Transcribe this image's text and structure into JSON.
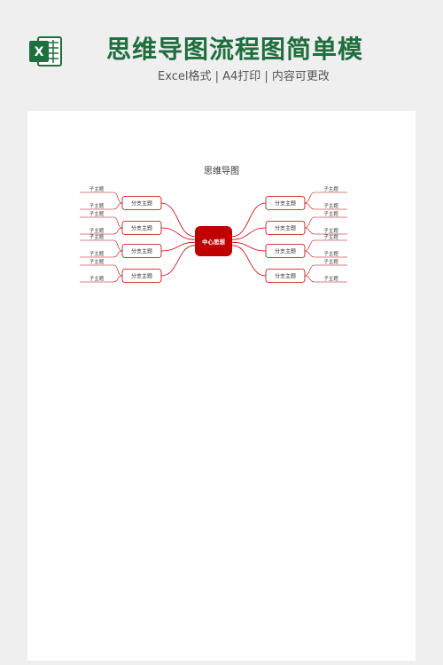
{
  "header": {
    "title": "思维导图流程图简单模",
    "subtitle": "Excel格式 | A4打印 | 内容可更改",
    "logo_letter": "X"
  },
  "document": {
    "title": "思维导图"
  },
  "mindmap": {
    "center": "中心思想",
    "branch_label": "分支主题",
    "sub_label": "子主题",
    "color": "#c00000"
  }
}
